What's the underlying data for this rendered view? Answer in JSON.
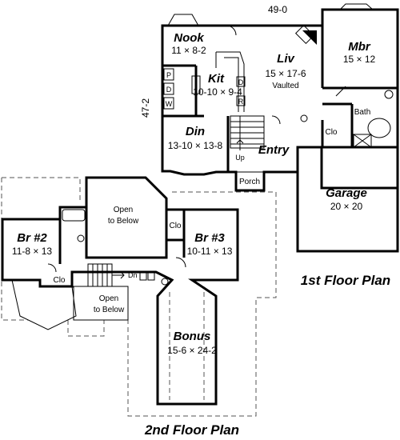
{
  "plans": [
    {
      "caption": "1st Floor Plan",
      "overall_width": "49-0",
      "overall_depth": "47-2",
      "rooms": [
        {
          "name": "Nook",
          "size": "11 × 8-2"
        },
        {
          "name": "Kit",
          "size": "10-10 × 9-4"
        },
        {
          "name": "Liv",
          "size": "15 × 17-6",
          "note": "Vaulted"
        },
        {
          "name": "Mbr",
          "size": "15 × 12"
        },
        {
          "name": "Din",
          "size": "13-10 × 13-8"
        },
        {
          "name": "Entry"
        },
        {
          "name": "Garage",
          "size": "20 × 20"
        }
      ],
      "labels": {
        "porch": "Porch",
        "bath": "Bath",
        "closet": "Clo",
        "stair": "Up",
        "pantry": "P",
        "dishwasher": "D",
        "dryer": "D",
        "washer": "W",
        "refrigerator": "R"
      }
    },
    {
      "caption": "2nd Floor Plan",
      "rooms": [
        {
          "name": "Br #2",
          "size": "11-8 × 13"
        },
        {
          "name": "Br #3",
          "size": "10-11 × 13"
        },
        {
          "name": "Bonus",
          "size": "15-6 × 24-2"
        }
      ],
      "labels": {
        "open_top_1": "Open",
        "open_top_2": "to Below",
        "open_bottom_1": "Open",
        "open_bottom_2": "to Below",
        "closet_br2": "Clo",
        "closet_br3": "Clo",
        "stair": "Dn"
      }
    }
  ]
}
